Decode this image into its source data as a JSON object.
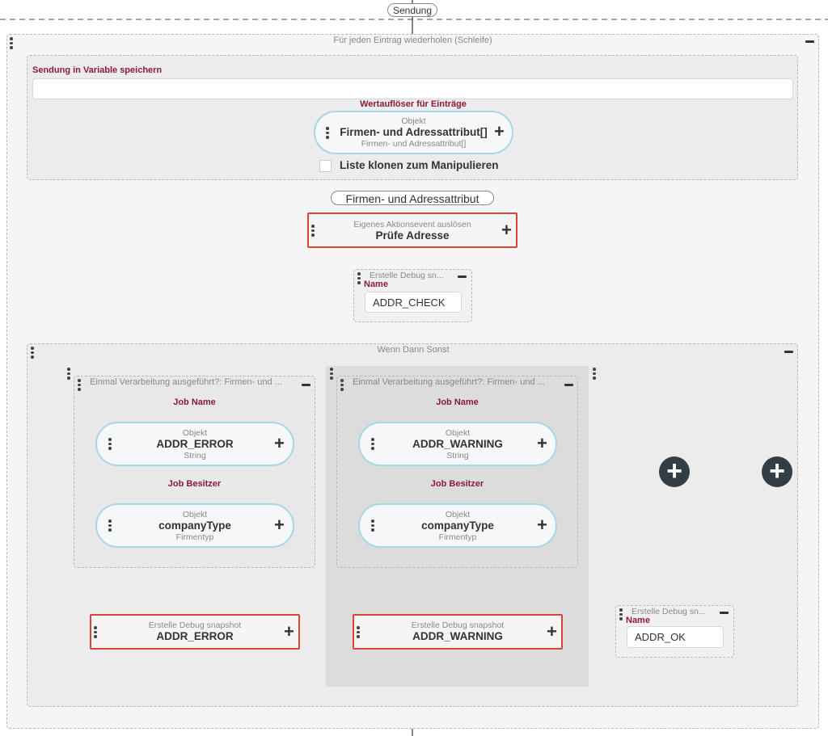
{
  "top_tag": "Sendung",
  "loop": {
    "title": "Für jeden Eintrag wiederholen (Schleife)"
  },
  "store": {
    "label": "Sendung in Variable speichern",
    "resolver_label": "Wertauflöser für Einträge",
    "object": {
      "caption": "Objekt",
      "name": "Firmen- und Adressattribut[]",
      "type": "Firmen- und Adressattribut[]"
    },
    "clone_label": "Liste klonen zum Manipulieren"
  },
  "item_tag": "Firmen- und Adressattribut",
  "custom_event": {
    "caption": "Eigenes Aktionsevent auslösen",
    "name": "Prüfe Adresse"
  },
  "debug_check": {
    "title": "Erstelle Debug sn...",
    "name_label": "Name",
    "value": "ADDR_CHECK"
  },
  "if_then": {
    "title": "Wenn Dann Sonst"
  },
  "branch_left": {
    "title": "Einmal Verarbeitung ausgeführt?: Firmen- und ...",
    "job_name_label": "Job Name",
    "job_name": {
      "caption": "Objekt",
      "name": "ADDR_ERROR",
      "type": "String"
    },
    "job_owner_label": "Job Besitzer",
    "job_owner": {
      "caption": "Objekt",
      "name": "companyType",
      "type": "Firmentyp"
    },
    "debug": {
      "caption": "Erstelle Debug snapshot",
      "name": "ADDR_ERROR"
    }
  },
  "branch_mid": {
    "title": "Einmal Verarbeitung ausgeführt?: Firmen- und ...",
    "job_name_label": "Job Name",
    "job_name": {
      "caption": "Objekt",
      "name": "ADDR_WARNING",
      "type": "String"
    },
    "job_owner_label": "Job Besitzer",
    "job_owner": {
      "caption": "Objekt",
      "name": "companyType",
      "type": "Firmentyp"
    },
    "debug": {
      "caption": "Erstelle Debug snapshot",
      "name": "ADDR_WARNING"
    }
  },
  "debug_ok": {
    "title": "Erstelle Debug sn...",
    "name_label": "Name",
    "value": "ADDR_OK"
  },
  "add_symbol": "+"
}
